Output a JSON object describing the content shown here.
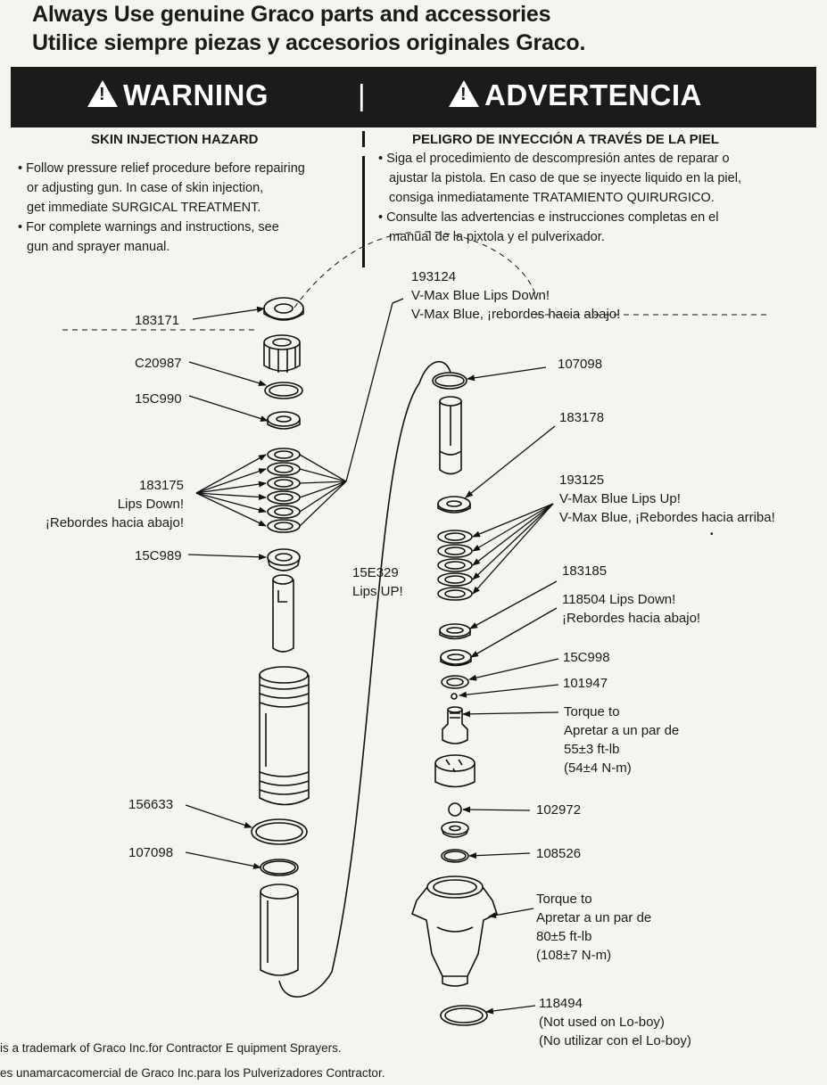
{
  "header": {
    "title_en": "Always Use genuine Graco  parts and accessories",
    "title_es": "Utilice siempre piezas y accesorios originales Graco."
  },
  "warning": {
    "en_title": "WARNING",
    "divider": "|",
    "es_title": "ADVERTENCIA",
    "en_subtitle": "SKIN INJECTION HAZARD",
    "es_subtitle": "PELIGRO DE INYECCIÓN A TRAVÉS DE LA PIEL",
    "en_bullets": [
      "• Follow pressure relief procedure before repairing",
      "  or adjusting gun. In case of skin injection,",
      "  get immediate SURGICAL TREATMENT.",
      "• For complete warnings and instructions, see",
      "  gun and sprayer manual."
    ],
    "es_bullets": [
      "• Siga el procedimiento de descompresión antes de reparar o",
      "  ajustar la pistola. En caso de que se inyecte liquido en la piel,",
      "  consiga inmediatamente TRATAMIENTO QUIRURGICO.",
      "• Consulte las advertencias e instrucciones completas en el",
      "  manual de la pixtola y el pulverixador."
    ]
  },
  "left_labels": {
    "p183171": "183171",
    "pC20987": "C20987",
    "p15C990": "15C990",
    "p183175": "183175",
    "p183175_l1": "Lips Down!",
    "p183175_l2": "¡Rebordes hacia abajo!",
    "p15C989": "15C989",
    "p156633": "156633",
    "p107098b": "107098"
  },
  "right_labels": {
    "p193124": "193124",
    "p193124_l1": "V-Max Blue Lips Down!",
    "p193124_l2": "V-Max Blue, ¡rebordes hacia abajo!",
    "p107098": "107098",
    "p183178": "183178",
    "p193125": "193125",
    "p193125_l1": "V-Max Blue Lips Up!",
    "p193125_l2": "V-Max Blue, ¡Rebordes hacia arriba!",
    "p15E329": "15E329",
    "p15E329_l1": "Lips UP!",
    "p183185": "183185",
    "p118504": "118504 Lips Down!",
    "p118504_l2": "¡Rebordes hacia abajo!",
    "p15C998": "15C998",
    "p101947": "101947",
    "torque1": [
      "Torque to",
      "Apretar a un par de",
      "55±3  ft-lb",
      " (54±4  N-m)"
    ],
    "p102972": "102972",
    "p108526": "108526",
    "torque2": [
      "Torque to",
      "Apretar a un par de",
      "80±5  ft-lb",
      "(108±7  N-m)"
    ],
    "p118494": "118494",
    "p118494_l1": "(Not used on Lo-boy)",
    "p118494_l2": "(No utilizar con el Lo-boy)"
  },
  "footer": {
    "line1": "is a trademark of Graco  Inc.for Contractor E quipment Sprayers.",
    "line2": "es unamarcacomercial de Graco Inc.para los Pulverizadores Contractor."
  }
}
